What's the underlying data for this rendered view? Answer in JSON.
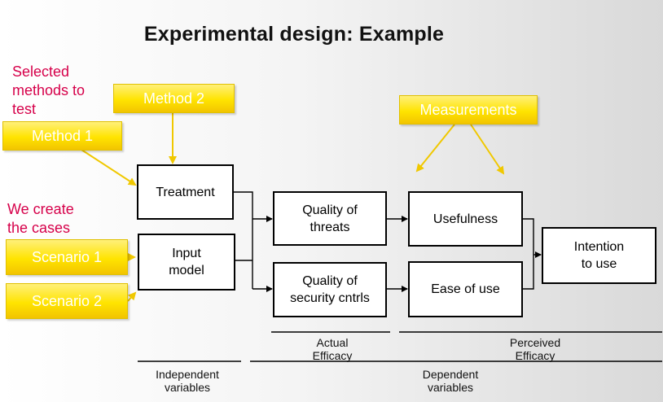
{
  "title": "Experimental design: Example",
  "notes": {
    "selected_methods": "Selected methods to test",
    "we_create_cases": "We create the cases"
  },
  "labels": {
    "method1": "Method 1",
    "method2": "Method 2",
    "measurements": "Measurements",
    "scenario1": "Scenario 1",
    "scenario2": "Scenario 2"
  },
  "boxes": {
    "treatment": "Treatment",
    "input_model_line1": "Input",
    "input_model_line2": "model",
    "quality_threats_line1": "Quality of",
    "quality_threats_line2": "threats",
    "quality_security_line1": "Quality of",
    "quality_security_line2": "security cntrls",
    "usefulness": "Usefulness",
    "ease_of_use": "Ease of use",
    "intention_line1": "Intention",
    "intention_line2": "to use"
  },
  "captions": {
    "actual_efficacy_line1": "Actual",
    "actual_efficacy_line2": "Efficacy",
    "perceived_efficacy_line1": "Perceived",
    "perceived_efficacy_line2": "Efficacy",
    "independent_line1": "Independent",
    "independent_line2": "variables",
    "dependent_line1": "Dependent",
    "dependent_line2": "variables"
  },
  "colors": {
    "note_text": "#d6004a",
    "yellow_label": "#ffe400",
    "yellow_arrow": "#f0c800",
    "box_border": "#000000"
  }
}
